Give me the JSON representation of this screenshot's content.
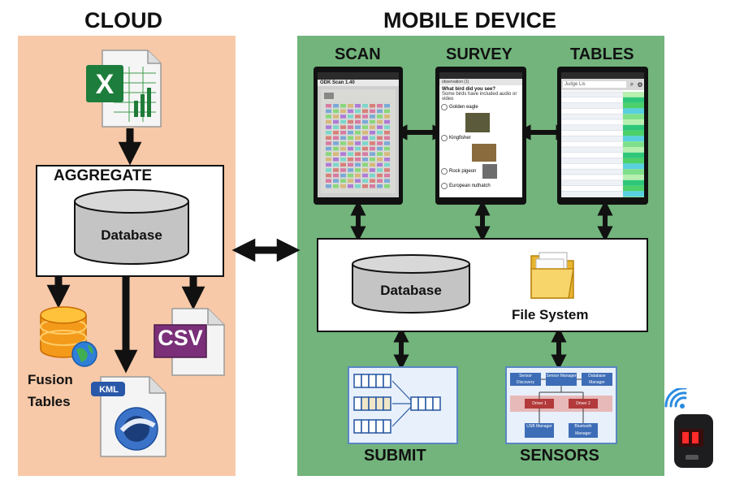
{
  "headings": {
    "cloud": "CLOUD",
    "mobile": "MOBILE DEVICE"
  },
  "cloud": {
    "aggregate": "AGGREGATE",
    "database": "Database",
    "fusion_tables": "Fusion\nTables",
    "kml": "KML",
    "csv": "CSV"
  },
  "mobile": {
    "scan": "SCAN",
    "survey": "SURVEY",
    "tables": "TABLES",
    "database": "Database",
    "file_system": "File System",
    "submit": "SUBMIT",
    "sensors": "SENSORS"
  },
  "scan_screen": {
    "title": "ODK Scan 1.40"
  },
  "survey_screen": {
    "top": "observation (1)",
    "question": "What bird did you see?",
    "hint": "Some birds have included audio or video",
    "options": [
      "Golden eagle",
      "Kingfisher",
      "Rock pigeon",
      "European nuthatch"
    ]
  },
  "tables_screen": {
    "search": "Judge Lis"
  },
  "sensors_diagram": {
    "row1": [
      "Sensor Discovery",
      "Sensor Manager",
      "Database Manager"
    ],
    "row2": [
      "Driver 1",
      "Driver 2"
    ],
    "row3": [
      "USB Manager",
      "Bluetooth Manager"
    ]
  },
  "colors": {
    "cloud_panel": "#f7c9a8",
    "mobile_panel": "#72b47c",
    "ui_blue": "#5a86c2"
  }
}
